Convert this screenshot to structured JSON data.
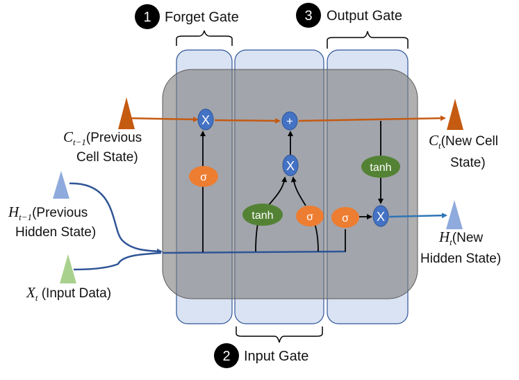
{
  "gates": {
    "forget": {
      "number": "1",
      "label": "Forget Gate"
    },
    "output": {
      "number": "3",
      "label": "Output Gate"
    },
    "input": {
      "number": "2",
      "label": "Input Gate"
    }
  },
  "inputs": {
    "prev_cell": {
      "symbol": "C",
      "subscript": "t−1",
      "line1": "(Previous",
      "line2": "Cell State)"
    },
    "prev_hidden": {
      "symbol": "H",
      "subscript": "t−1",
      "line1": "(Previous",
      "line2": "Hidden State)"
    },
    "input_data": {
      "symbol": "X",
      "subscript": "t",
      "line1": " (Input Data)"
    }
  },
  "outputs": {
    "new_cell": {
      "symbol": "C",
      "subscript": "t",
      "line1": "(New Cell",
      "line2": "State)"
    },
    "new_hidden": {
      "symbol": "H",
      "subscript": "t",
      "line1": "(New",
      "line2": "Hidden State)"
    }
  },
  "nodes": {
    "multiply": "X",
    "add": "+",
    "sigma": "σ",
    "tanh": "tanh"
  },
  "colors": {
    "cell_line": "#c55a11",
    "hidden_line": "#2f5597",
    "output_line": "#2e75b6",
    "node_blue": "#4472c4",
    "node_orange": "#ed7d31",
    "node_green": "#548235",
    "input_triangle": "#a9d18e",
    "hidden_triangle": "#8faadc",
    "gate_box": "#dae3f3",
    "cell_body": "#7f7f7f"
  }
}
